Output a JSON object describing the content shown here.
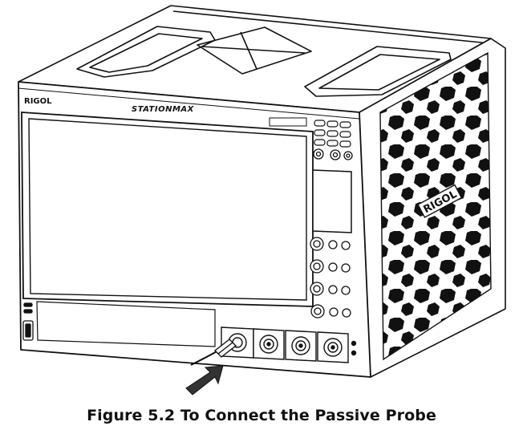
{
  "figure": {
    "brand_logo_front": "RIGOL",
    "brand_logo_side": "RIGOL",
    "model_logo": "STATIONMAX",
    "caption": "Figure 5.2 To Connect the Passive Probe"
  }
}
